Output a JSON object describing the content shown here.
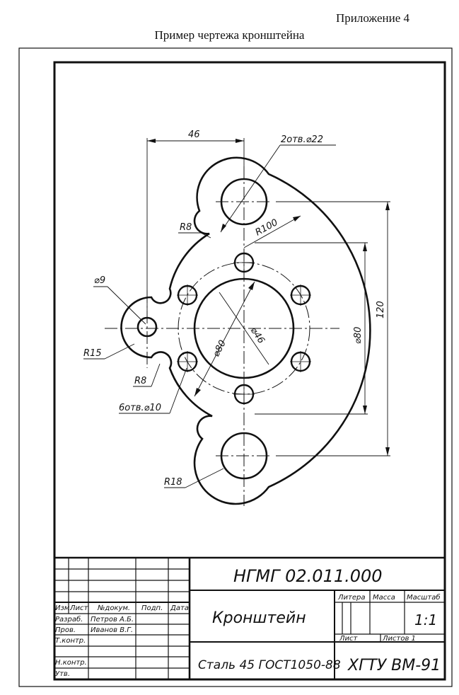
{
  "header": {
    "appendix": "Приложение 4",
    "caption": "Пример чертежа кронштейна"
  },
  "drawing": {
    "dims": {
      "d46_top": "46",
      "holes_2x22": "2отв.⌀22",
      "r8_top": "R8",
      "r100": "R100",
      "d9": "⌀9",
      "r15": "R15",
      "r8_left": "R8",
      "holes_6x10": "6отв.⌀10",
      "r18": "R18",
      "d80_inner": "⌀80",
      "d46_center": "⌀46",
      "d80_right": "⌀80",
      "h120": "120"
    }
  },
  "title_block": {
    "designation": "НГМГ 02.011.000",
    "part_name": "Кронштейн",
    "material": "Сталь 45 ГОСТ1050-88",
    "organization": "ХГТУ ВМ-91",
    "col_headers": {
      "izm": "Изм.",
      "list": "Лист",
      "ndokum": "№докум.",
      "podp": "Подп.",
      "data": "Дата"
    },
    "roles": {
      "razrab": "Разраб.",
      "prov": "Пров.",
      "tkontr": "Т.контр.",
      "nkontr": "Н.контр.",
      "utv": "Утв."
    },
    "names": {
      "razrab": "Петров А.Б.",
      "prov": "Иванов В.Г."
    },
    "litera_label": "Литера",
    "massa_label": "Масса",
    "masshtab_label": "Масштаб",
    "scale": "1:1",
    "list_label": "Лист",
    "listov_label": "Листов 1"
  }
}
